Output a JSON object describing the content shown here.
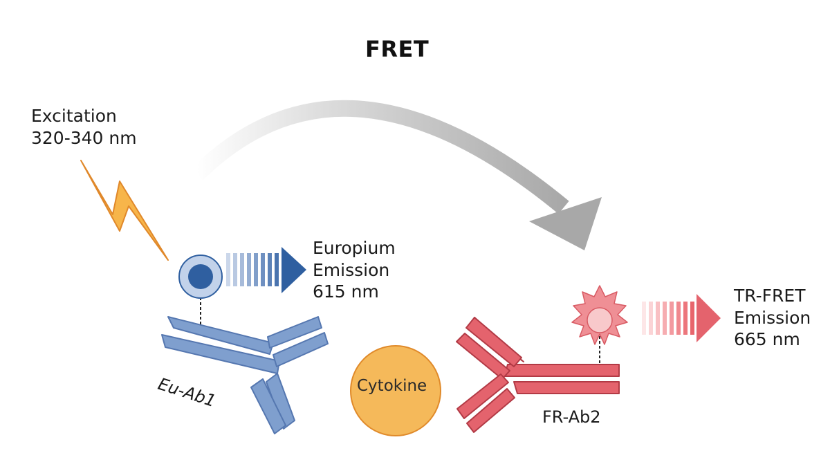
{
  "fret_label": "FRET",
  "excitation": {
    "line1": "Excitation",
    "line2": "320-340 nm"
  },
  "europium_emission": {
    "line1": "Europium",
    "line2": "Emission",
    "line3": "615 nm"
  },
  "trfret_emission": {
    "line1": "TR-FRET",
    "line2": "Emission",
    "line3": "665 nm"
  },
  "eu_antibody_label": "Eu-Ab1",
  "fr_antibody_label": "FR-Ab2",
  "cytokine_label": "Cytokine",
  "colors": {
    "blue_antibody": "#7f9fce",
    "blue_dark": "#2f5fa0",
    "red_antibody": "#e4636d",
    "red_light": "#f5b5b8",
    "cytokine": "#f5b95a",
    "lightning": "#f7b54a",
    "fret_arrow": "#a8a8a8"
  }
}
